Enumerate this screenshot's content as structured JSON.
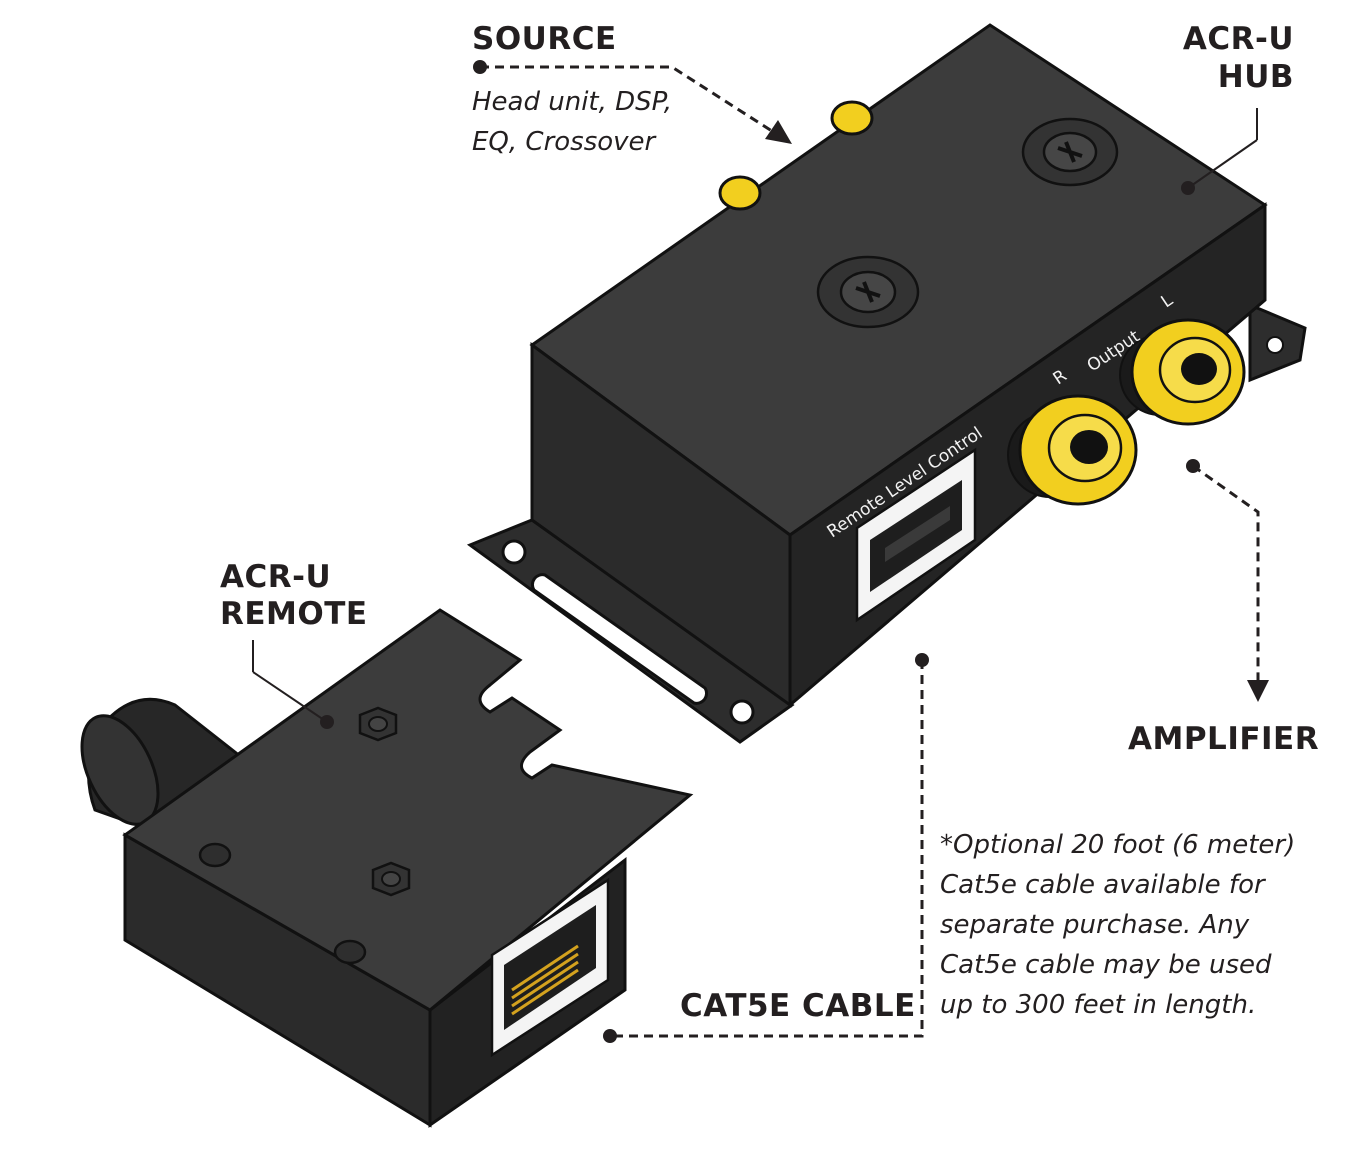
{
  "colors": {
    "label": "#231f20",
    "device_top": "#3c3c3c",
    "device_side": "#2a2a2a",
    "device_front": "#242424",
    "edge": "#111111",
    "rca_gold": "#f2cf1f",
    "jack_white": "#f4f4f4",
    "jack_pins": "#d4a21e"
  },
  "labels": {
    "source_title": "SOURCE",
    "source_line1": "Head unit, DSP,",
    "source_line2": "EQ, Crossover",
    "hub_line1": "ACR-U",
    "hub_line2": "HUB",
    "remote_line1": "ACR-U",
    "remote_line2": "REMOTE",
    "amplifier": "AMPLIFIER",
    "cat5e": "CAT5E CABLE"
  },
  "note": {
    "line1": "*Optional 20 foot (6 meter)",
    "line2": "Cat5e cable available for",
    "line3": "separate purchase. Any",
    "line4": "Cat5e cable may be used",
    "line5": "up to 300 feet in length."
  },
  "device_print": {
    "remote_level_control": "Remote Level Control",
    "output": "Output",
    "right": "R",
    "left": "L"
  },
  "icons": {
    "connector_dots": "dot",
    "flow_arrows": "arrowhead",
    "screws": "phillips-screw",
    "rca": "rca-jack",
    "rj45": "rj45-port"
  }
}
